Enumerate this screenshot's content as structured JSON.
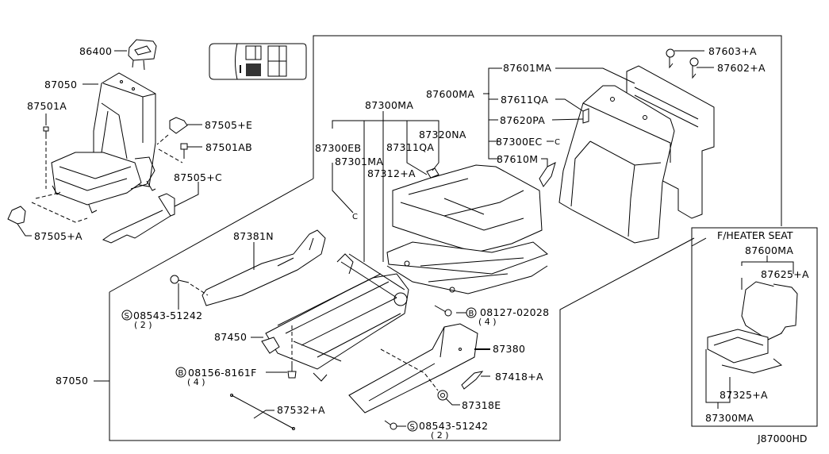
{
  "diagram": {
    "title": "Front Seat Parts Diagram",
    "drawing_code": "J87000HD",
    "inset_title": "F/HEATER SEAT",
    "labels": {
      "headrest": "86400",
      "seat_assy_top": "87050",
      "bolt_a": "87501A",
      "bracket_e": "87505+E",
      "bolt_ab": "87501AB",
      "cover_c": "87505+C",
      "cover_a": "87505+A",
      "cushion_assy": "87300MA",
      "cushion_hook": "87320NA",
      "trim_eb": "87300EB",
      "cushion_pad": "87301MA",
      "trim_qa": "87311QA",
      "trim_312": "87312+A",
      "back_assy": "87600MA",
      "back_trim": "87601MA",
      "back_qa": "87611QA",
      "back_pa": "87620PA",
      "back_ec": "87300EC",
      "back_m": "87610M",
      "clip_603": "87603+A",
      "clip_602": "87602+A",
      "finisher_n": "87381N",
      "adjuster": "87450",
      "screw_side": "08543-51242",
      "screw_side_qty": "( 2 )",
      "bolt_side": "08127-02028",
      "bolt_side_qty": "( 4 )",
      "finisher_380": "87380",
      "knob": "87418+A",
      "clip_318": "87318E",
      "bolt_floor": "08156-8161F",
      "bolt_floor_qty": "( 4 )",
      "wire": "87532+A",
      "screw_bottom": "08543-51242",
      "screw_bottom_qty": "( 2 )",
      "seat_assy_left": "87050",
      "inset_back": "87600MA",
      "inset_heater_back": "87625+A",
      "inset_heater_cushion": "87325+A",
      "inset_cushion": "87300MA"
    },
    "circle_marks": {
      "s": "S",
      "b": "B",
      "c": "C"
    }
  }
}
